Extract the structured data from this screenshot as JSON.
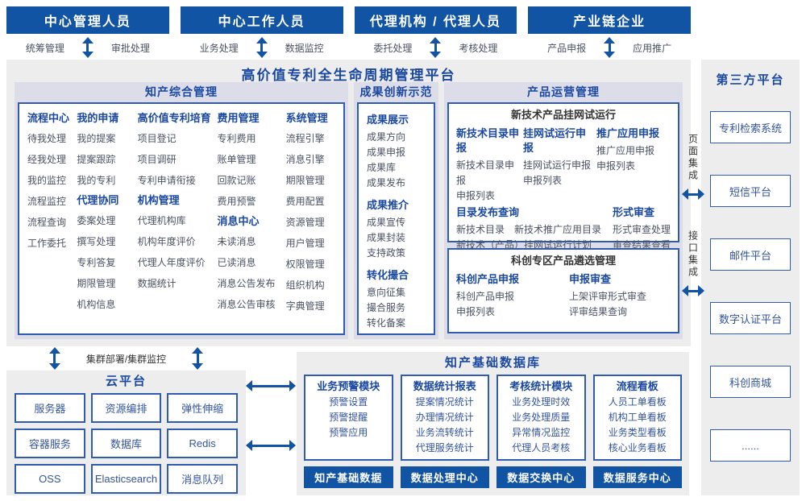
{
  "colors": {
    "primary": "#1254a4",
    "accent": "#1b49a0",
    "border": "#2f5cae",
    "section_bg": "#dcdde9",
    "panel_bg": "#ededee",
    "item_text": "#4a5264",
    "blue_text": "#33549c",
    "label_text": "#333333"
  },
  "user_groups": [
    {
      "title": "中心管理人员",
      "left_label": "统筹管理",
      "right_label": "审批处理"
    },
    {
      "title": "中心工作人员",
      "left_label": "业务处理",
      "right_label": "数据监控"
    },
    {
      "title": "代理机构 / 代理人员",
      "left_label": "委托处理",
      "right_label": "考核处理"
    },
    {
      "title": "产业链企业",
      "left_label": "产品申报",
      "right_label": "应用推广"
    }
  ],
  "platform": {
    "title": "高价值专利全生命周期管理平台",
    "sections": {
      "ip_mgmt": {
        "title": "知产综合管理",
        "columns": [
          {
            "groups": [
              {
                "title": "流程中心",
                "items": [
                  "待我处理",
                  "经我处理",
                  "我的监控",
                  "流程监控",
                  "流程查询",
                  "工作委托"
                ]
              }
            ]
          },
          {
            "groups": [
              {
                "title": "我的申请",
                "items": [
                  "我的提案",
                  "提案跟踪",
                  "我的专利"
                ]
              },
              {
                "title": "代理协同",
                "items": [
                  "委案处理",
                  "撰写处理",
                  "专利答复",
                  "期限管理",
                  "机构信息"
                ]
              }
            ]
          },
          {
            "groups": [
              {
                "title": "高价值专利培育",
                "items": [
                  "项目登记",
                  "项目调研",
                  "专利申请衔接"
                ]
              },
              {
                "title": "机构管理",
                "items": [
                  "代理机构库",
                  "机构年度评价",
                  "代理人年度评价",
                  "数据统计"
                ]
              }
            ]
          },
          {
            "groups": [
              {
                "title": "费用管理",
                "items": [
                  "专利费用",
                  "账单管理",
                  "回款记账",
                  "费用预警"
                ]
              },
              {
                "title": "消息中心",
                "items": [
                  "未读消息",
                  "已读消息",
                  "消息公告发布",
                  "消息公告审核"
                ]
              }
            ]
          },
          {
            "groups": [
              {
                "title": "系统管理",
                "items": [
                  "流程引擎",
                  "消息引擎",
                  "期限管理",
                  "费用配置",
                  "资源管理",
                  "用户管理",
                  "权限管理",
                  "组织机构",
                  "字典管理"
                ]
              }
            ]
          }
        ]
      },
      "innovation": {
        "title": "成果创新示范",
        "groups": [
          {
            "title": "成果展示",
            "items": [
              "成果方向",
              "成果申报",
              "成果库",
              "成果发布"
            ]
          },
          {
            "title": "成果推介",
            "items": [
              "成果宣传",
              "成果封装",
              "支持政策"
            ]
          },
          {
            "title": "转化撮合",
            "items": [
              "意向征集",
              "撮合服务",
              "转化备案"
            ]
          }
        ]
      },
      "product_ops": {
        "title": "产品运营管理",
        "box1": {
          "title": "新技术产品挂网试运行",
          "groups_row1": [
            {
              "title": "新技术目录申报",
              "items": [
                "新技术目录申报",
                "申报列表"
              ]
            },
            {
              "title": "挂网试运行申报",
              "items": [
                "挂网试运行申报",
                "申报列表"
              ]
            },
            {
              "title": "推广应用申报",
              "items": [
                "推广应用申报",
                "申报列表"
              ]
            }
          ],
          "catalog_query": {
            "title": "目录发布查询",
            "row1": [
              "新技术目录",
              "新技术推广应用目录"
            ],
            "row2": [
              "新技术（产品）挂网试运行计划"
            ]
          },
          "formal_review": {
            "title": "形式审查",
            "items": [
              "形式审查处理",
              "审查结果查看"
            ]
          }
        },
        "box2": {
          "title": "科创专区产品遴选管理",
          "groups": [
            {
              "title": "科创产品申报",
              "items": [
                "科创产品申报",
                "申报列表"
              ]
            },
            {
              "title": "申报审查",
              "items": [
                "上架评审形式审查",
                "评审结果查询"
              ]
            }
          ]
        }
      }
    }
  },
  "cluster_label": "集群部署/集群监控",
  "cloud": {
    "title": "云平台",
    "services": [
      "服务器",
      "资源编排",
      "弹性伸缩",
      "容器服务",
      "数据库",
      "Redis",
      "OSS",
      "Elasticsearch",
      "消息队列"
    ]
  },
  "database": {
    "title": "知产基础数据库",
    "modules": [
      {
        "title": "业务预警模块",
        "items": [
          "预警设置",
          "预警提醒",
          "预警应用"
        ]
      },
      {
        "title": "数据统计报表",
        "items": [
          "提案情况统计",
          "办理情况统计",
          "业务流转统计",
          "代理服务统计"
        ]
      },
      {
        "title": "考核统计模块",
        "items": [
          "业务处理时效",
          "业务处理质量",
          "异常情况监控",
          "代理人员考核"
        ]
      },
      {
        "title": "流程看板",
        "items": [
          "人员工单看板",
          "机构工单看板",
          "业务类型看板",
          "核心业务看板"
        ]
      }
    ],
    "centers": [
      "知产基础数据",
      "数据处理中心",
      "数据交换中心",
      "数据服务中心"
    ]
  },
  "third_party": {
    "title": "第三方平台",
    "integration_labels": [
      "页面集成",
      "接口集成"
    ],
    "platforms": [
      "专利检索系统",
      "短信平台",
      "邮件平台",
      "数字认证平台",
      "科创商城",
      "......"
    ]
  }
}
